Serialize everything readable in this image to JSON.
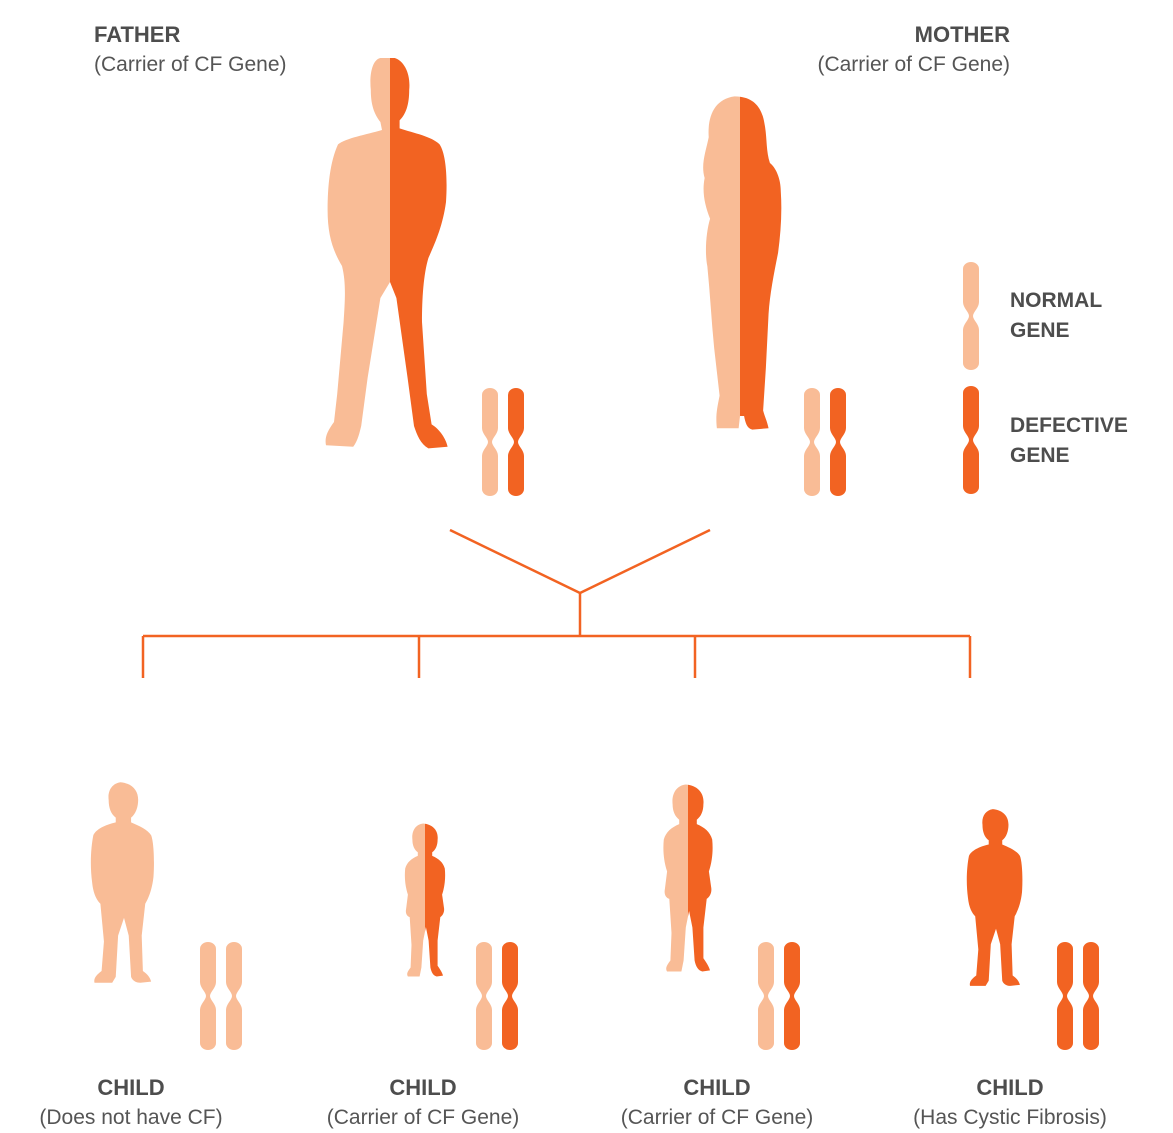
{
  "colors": {
    "normal": "#f9bc96",
    "defective": "#f26322",
    "connector": "#f26322",
    "text": "#4d4d4d"
  },
  "parents": [
    {
      "title": "FATHER",
      "subtitle": "(Carrier of CF Gene)",
      "figure": "man-silhouette",
      "genes": [
        "normal",
        "defective"
      ]
    },
    {
      "title": "MOTHER",
      "subtitle": "(Carrier of CF Gene)",
      "figure": "woman-silhouette",
      "genes": [
        "normal",
        "defective"
      ]
    }
  ],
  "children": [
    {
      "title": "CHILD",
      "subtitle": "(Does not have CF)",
      "figure": "boy-silhouette",
      "genes": [
        "normal",
        "normal"
      ]
    },
    {
      "title": "CHILD",
      "subtitle": "(Carrier of CF Gene)",
      "figure": "girl-silhouette",
      "genes": [
        "normal",
        "defective"
      ]
    },
    {
      "title": "CHILD",
      "subtitle": "(Carrier of CF Gene)",
      "figure": "girl-silhouette",
      "genes": [
        "normal",
        "defective"
      ]
    },
    {
      "title": "CHILD",
      "subtitle": "(Has Cystic Fibrosis)",
      "figure": "boy-silhouette",
      "genes": [
        "defective",
        "defective"
      ]
    }
  ],
  "legend": {
    "normal": {
      "line1": "NORMAL",
      "line2": "GENE"
    },
    "defective": {
      "line1": "DEFECTIVE",
      "line2": "GENE"
    }
  }
}
